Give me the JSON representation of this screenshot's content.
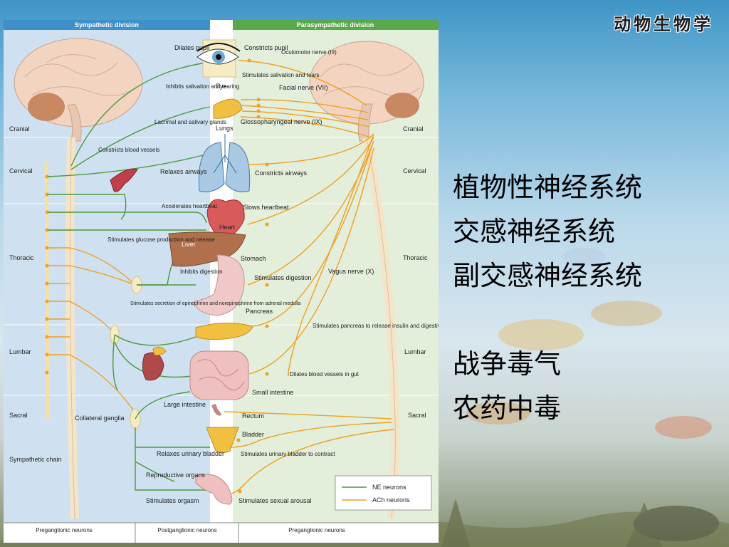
{
  "slide": {
    "title": "动物生物学",
    "bullets": [
      "植物性神经系统",
      "交感神经系统",
      "副交感神经系统",
      "",
      "战争毒气",
      "农药中毒"
    ]
  },
  "diagram": {
    "headers": {
      "left": "Sympathetic division",
      "right": "Parasympathetic division"
    },
    "regions": [
      "Cranial",
      "Cervical",
      "Thoracic",
      "Lumbar",
      "Sacral"
    ],
    "organs": {
      "eye": "Eye",
      "lacrimal": "Lacrimal and salivary glands",
      "lungs": "Lungs",
      "heart": "Heart",
      "liver": "Liver",
      "stomach": "Stomach",
      "pancreas": "Pancreas",
      "small_intestine": "Small intestine",
      "large_intestine": "Large intestine",
      "rectum": "Rectum",
      "bladder": "Bladder",
      "reproductive": "Reproductive organs"
    },
    "sympathetic_effects": {
      "dilates_pupil": "Dilates pupil",
      "inhibits_salivation": "Inhibits salivation and tearing",
      "constricts_vessels": "Constricts blood vessels",
      "relaxes_airways": "Relaxes airways",
      "accelerates_heartbeat": "Accelerates heartbeat",
      "stimulates_glucose": "Stimulates glucose production and release",
      "inhibits_digestion": "Inhibits digestion",
      "adrenal": "Stimulates secretion of epinephrine and norepinephrine from adrenal medulla",
      "relaxes_bladder": "Relaxes urinary bladder",
      "orgasm": "Stimulates orgasm"
    },
    "parasympathetic_effects": {
      "constricts_pupil": "Constricts pupil",
      "stimulates_salivation": "Stimulates salivation and tears",
      "constricts_airways": "Constricts airways",
      "slows_heartbeat": "Slows heartbeat",
      "stimulates_digestion": "Stimulates digestion",
      "stimulates_pancreas": "Stimulates pancreas to release insulin and digestive enzymes",
      "dilates_gut_vessels": "Dilates blood vessels in gut",
      "bladder_contract": "Stimulates urinary bladder to contract",
      "sexual_arousal": "Stimulates sexual arousal"
    },
    "nerves": {
      "oculomotor": "Oculomotor nerve (III)",
      "facial": "Facial nerve (VII)",
      "glossopharyngeal": "Glossopharyngeal nerve (IX)",
      "vagus": "Vagus nerve (X)"
    },
    "ganglia": {
      "collateral": "Collateral ganglia",
      "sympathetic_chain": "Sympathetic chain"
    },
    "legend": {
      "ne": "NE neurons",
      "ach": "ACh neurons"
    },
    "footer": {
      "left": "Preganglionic neurons",
      "middle": "Postganglionic neurons",
      "right": "Preganglionic neurons"
    },
    "colors": {
      "sympathetic_header": "#3f8fc8",
      "parasympathetic_header": "#5aa84c",
      "sympathetic_bg": "#cfe0f0",
      "parasympathetic_bg": "#e3eedb",
      "ne_neurons": "#4a9a3c",
      "ach_neurons": "#f0a020"
    }
  }
}
